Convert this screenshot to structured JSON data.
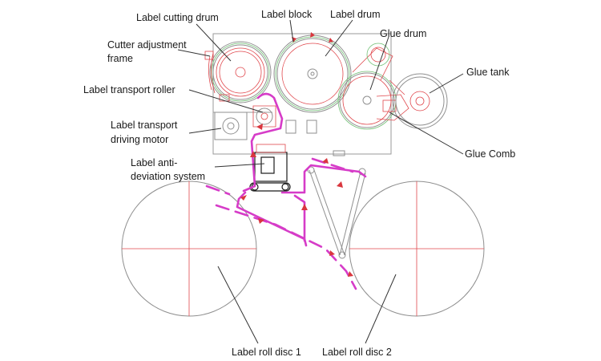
{
  "labels": {
    "label_cutting_drum": "Label cutting drum",
    "label_block": "Label block",
    "label_drum": "Label drum",
    "glue_drum": "Glue drum",
    "cutter_adjustment_frame_line1": "Cutter adjustment",
    "cutter_adjustment_frame_line2": "frame",
    "glue_tank": "Glue tank",
    "label_transport_roller": "Label transport roller",
    "label_transport_driving_motor_line1": "Label transport",
    "label_transport_driving_motor_line2": "driving motor",
    "glue_comb": "Glue Comb",
    "label_anti_deviation_system_line1": "Label anti-",
    "label_anti_deviation_system_line2": "deviation system",
    "label_roll_disc_1": "Label roll disc 1",
    "label_roll_disc_2": "Label roll disc 2"
  },
  "colors": {
    "label_web": "#d63cc8",
    "flow_arrow": "#d9363e",
    "mechanism_lines": "#e0474c",
    "frame_lines": "#9a9a9a"
  }
}
